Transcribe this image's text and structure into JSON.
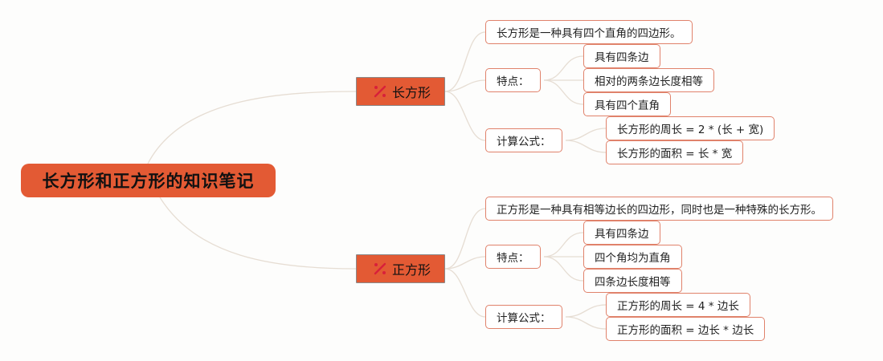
{
  "root": {
    "label": "长方形和正方形的知识笔记"
  },
  "branches": [
    {
      "label": "长方形",
      "icon": "tool-icon",
      "definition": "长方形是一种具有四个直角的四边形。",
      "features_label": "特点：",
      "features": [
        "具有四条边",
        "相对的两条边长度相等",
        "具有四个直角"
      ],
      "formulas_label": "计算公式：",
      "formulas": [
        "长方形的周长 = 2 * (长 + 宽)",
        "长方形的面积 = 长 * 宽"
      ]
    },
    {
      "label": "正方形",
      "icon": "tool-icon",
      "definition": "正方形是一种具有相等边长的四边形，同时也是一种特殊的长方形。",
      "features_label": "特点：",
      "features": [
        "具有四条边",
        "四个角均为直角",
        "四条边长度相等"
      ],
      "formulas_label": "计算公式：",
      "formulas": [
        "正方形的周长 = 4 * 边长",
        "正方形的面积 = 边长 * 边长"
      ]
    }
  ],
  "colors": {
    "accent": "#e35a34",
    "border": "#e0826b",
    "connector": "#e6ddd3"
  }
}
